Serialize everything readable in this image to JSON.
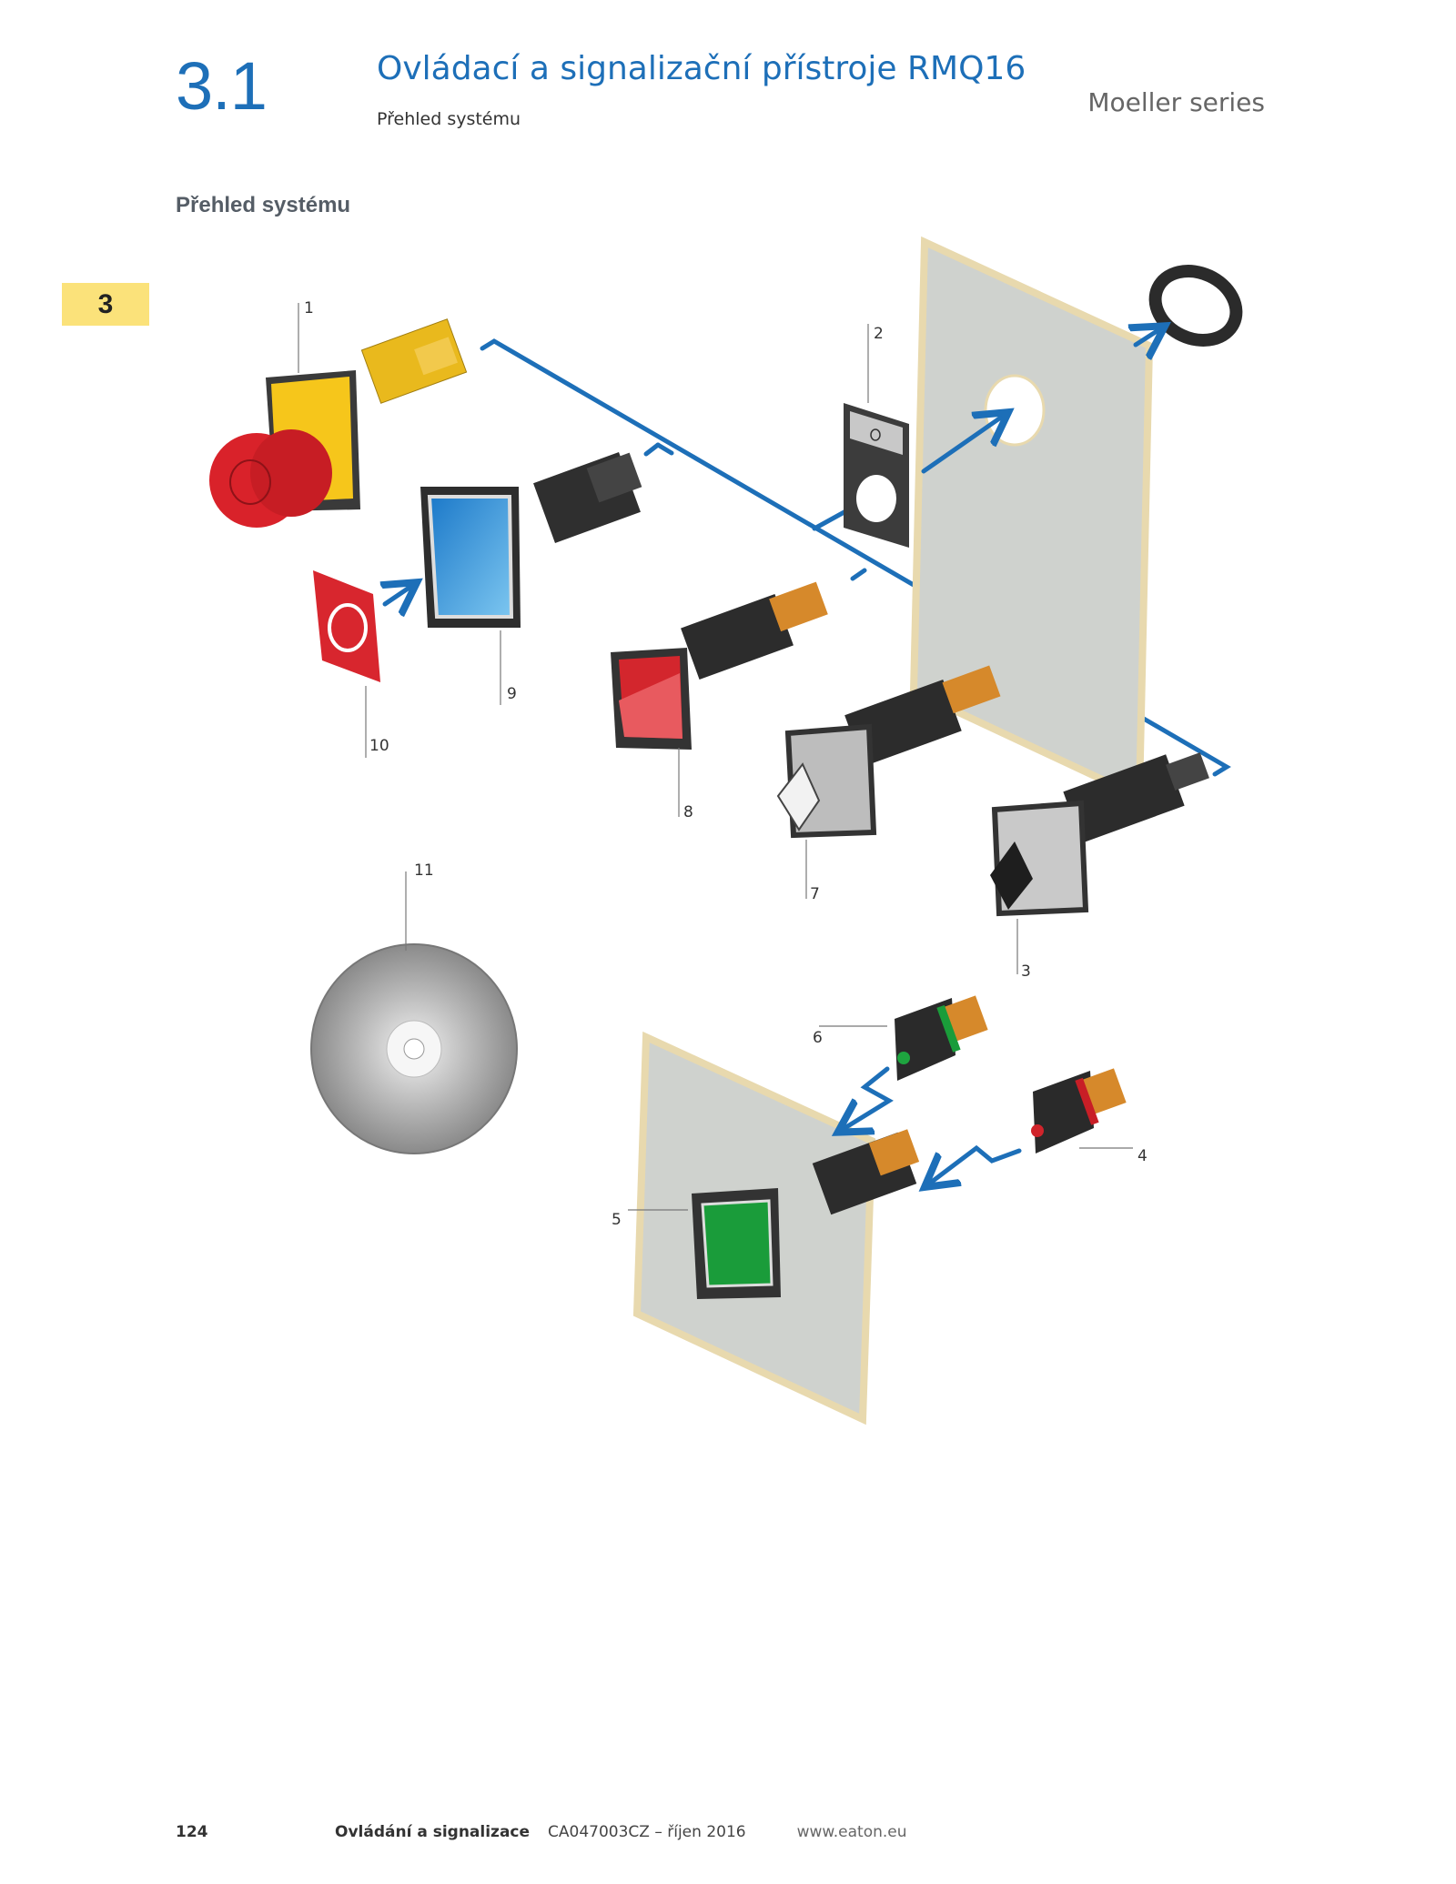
{
  "header": {
    "section_number": "3.1",
    "title": "Ovládací a signalizační přístroje RMQ16",
    "subtitle": "Přehled systému",
    "series": "Moeller series"
  },
  "section_heading": "Přehled systému",
  "chapter_tab": "3",
  "diagram": {
    "labels": [
      "1",
      "2",
      "3",
      "4",
      "5",
      "6",
      "7",
      "8",
      "9",
      "10",
      "11"
    ]
  },
  "colors": {
    "accent_blue": "#1d6fb8",
    "tab_yellow": "#fbe27a"
  },
  "footer": {
    "page": "124",
    "chapter": "Ovládání a signalizace",
    "code": "CA047003CZ – říjen 2016",
    "url": "www.eaton.eu"
  }
}
